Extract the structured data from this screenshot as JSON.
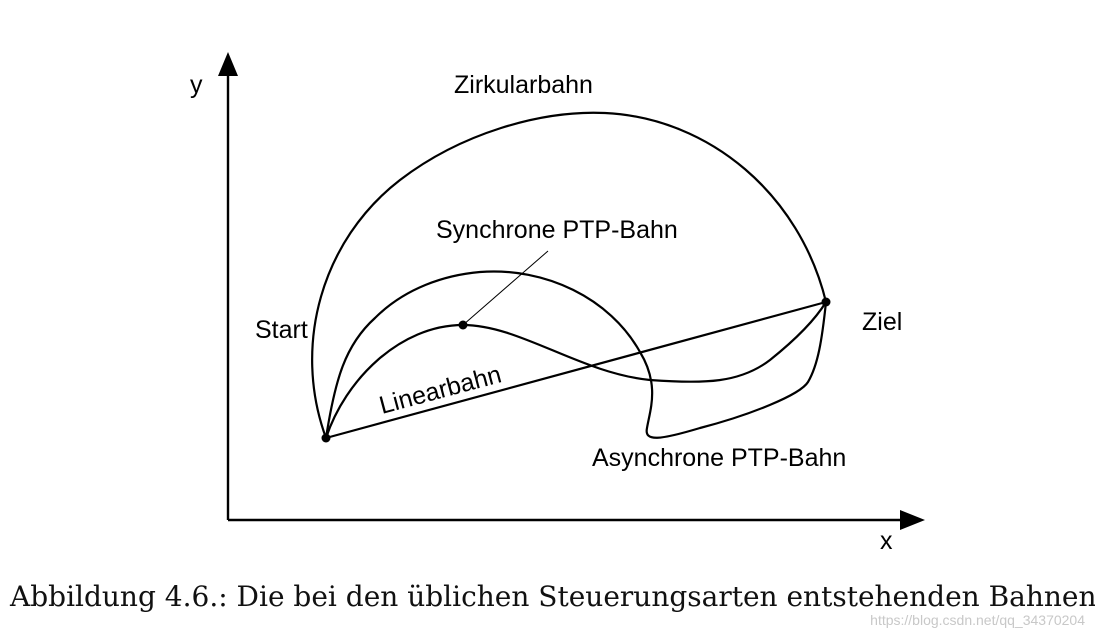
{
  "diagram": {
    "axes": {
      "x_label": "x",
      "y_label": "y"
    },
    "labels": {
      "circular": "Zirkularbahn",
      "synchronous": "Synchrone PTP-Bahn",
      "start": "Start",
      "goal": "Ziel",
      "linear": "Linearbahn",
      "asynchronous": "Asynchrone PTP-Bahn"
    }
  },
  "caption": {
    "text": "Abbildung 4.6.: Die bei den üblichen Steuerungsarten entstehenden Bahnen."
  },
  "watermark": {
    "text": "https://blog.csdn.net/qq_34370204"
  }
}
